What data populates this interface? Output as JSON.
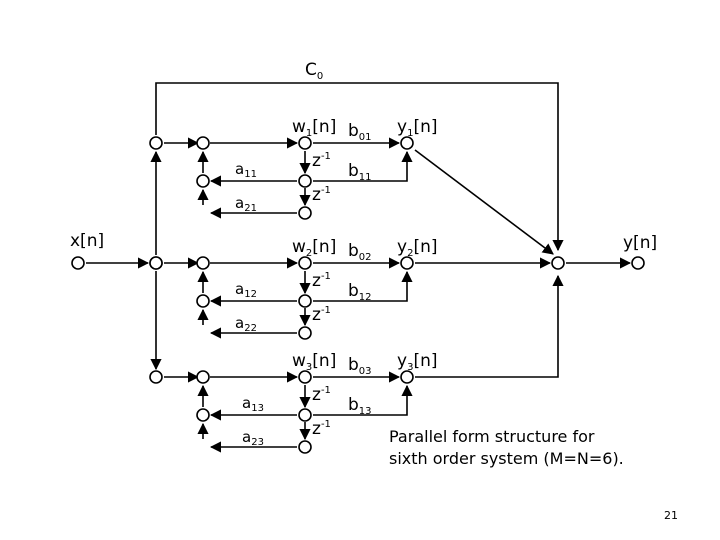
{
  "labels": {
    "c0": {
      "main": "C",
      "sub": "0"
    },
    "input": "x[n]",
    "output": "y[n]"
  },
  "sections": [
    {
      "w": {
        "main": "w",
        "sub": "1",
        "suffix": "[n]"
      },
      "b0": {
        "main": "b",
        "sub": "01"
      },
      "b1": {
        "main": "b",
        "sub": "11"
      },
      "y": {
        "main": "y",
        "sub": "1",
        "suffix": "[n]"
      },
      "a1": {
        "main": "a",
        "sub": "11"
      },
      "a2": {
        "main": "a",
        "sub": "21"
      },
      "delay1": {
        "main": "z",
        "sup": "-1"
      },
      "delay2": {
        "main": "z",
        "sup": "-1"
      }
    },
    {
      "w": {
        "main": "w",
        "sub": "2",
        "suffix": "[n]"
      },
      "b0": {
        "main": "b",
        "sub": "02"
      },
      "b1": {
        "main": "b",
        "sub": "12"
      },
      "y": {
        "main": "y",
        "sub": "2",
        "suffix": "[n]"
      },
      "a1": {
        "main": "a",
        "sub": "12"
      },
      "a2": {
        "main": "a",
        "sub": "22"
      },
      "delay1": {
        "main": "z",
        "sup": "-1"
      },
      "delay2": {
        "main": "z",
        "sup": "-1"
      }
    },
    {
      "w": {
        "main": "w",
        "sub": "3",
        "suffix": "[n]"
      },
      "b0": {
        "main": "b",
        "sub": "03"
      },
      "b1": {
        "main": "b",
        "sub": "13"
      },
      "y": {
        "main": "y",
        "sub": "3",
        "suffix": "[n]"
      },
      "a1": {
        "main": "a",
        "sub": "13"
      },
      "a2": {
        "main": "a",
        "sub": "23"
      },
      "delay1": {
        "main": "z",
        "sup": "-1"
      },
      "delay2": {
        "main": "z",
        "sup": "-1"
      }
    }
  ],
  "caption": {
    "line1": "Parallel form structure for",
    "line2": "sixth order system (M=N=6)."
  },
  "page_number": "21"
}
